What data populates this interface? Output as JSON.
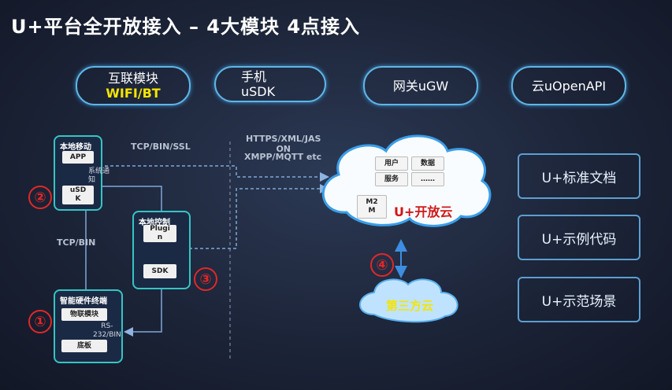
{
  "title": "U+平台全开放接入 – 4大模块 4点接入",
  "modules": [
    {
      "line1": "互联模块",
      "line2": "WIFI/BT"
    },
    {
      "line1": "手机",
      "line2": "uSDK"
    },
    {
      "line1": "网关uGW",
      "line2": ""
    },
    {
      "line1": "云uOpenAPI",
      "line2": ""
    }
  ],
  "right_boxes": [
    "U+标准文档",
    "U+示例代码",
    "U+示范场景"
  ],
  "mobile_panel": {
    "title": "本地移动",
    "app": "APP",
    "usdk": "uSD\nK",
    "notify": "系统通\n知"
  },
  "control_panel": {
    "title": "本地控制",
    "plugin": "Plugi\nn",
    "sdk": "SDK"
  },
  "device_panel": {
    "title": "智能硬件终端",
    "iot": "物联模块",
    "board": "底板",
    "serial": "RS-\n232/BIN"
  },
  "protocols": {
    "tcp_bin_ssl": "TCP/BIN/SSL",
    "tcp_bin": "TCP/BIN",
    "https": "HTTPS/XML/JAS\nON",
    "xmpp": "XMPP/MQTT etc"
  },
  "cloud": {
    "user": "用户",
    "data": "数据",
    "service": "服务",
    "more": "……",
    "m2m": "M2\nM",
    "label": "U+开放云"
  },
  "third_cloud": "第三方云",
  "markers": [
    "②",
    "①",
    "③",
    "④"
  ],
  "colors": {
    "accent": "#5fb6e6",
    "red": "#e02828",
    "panel_border": "#36c4c4",
    "wifi_text": "#f5e400"
  }
}
